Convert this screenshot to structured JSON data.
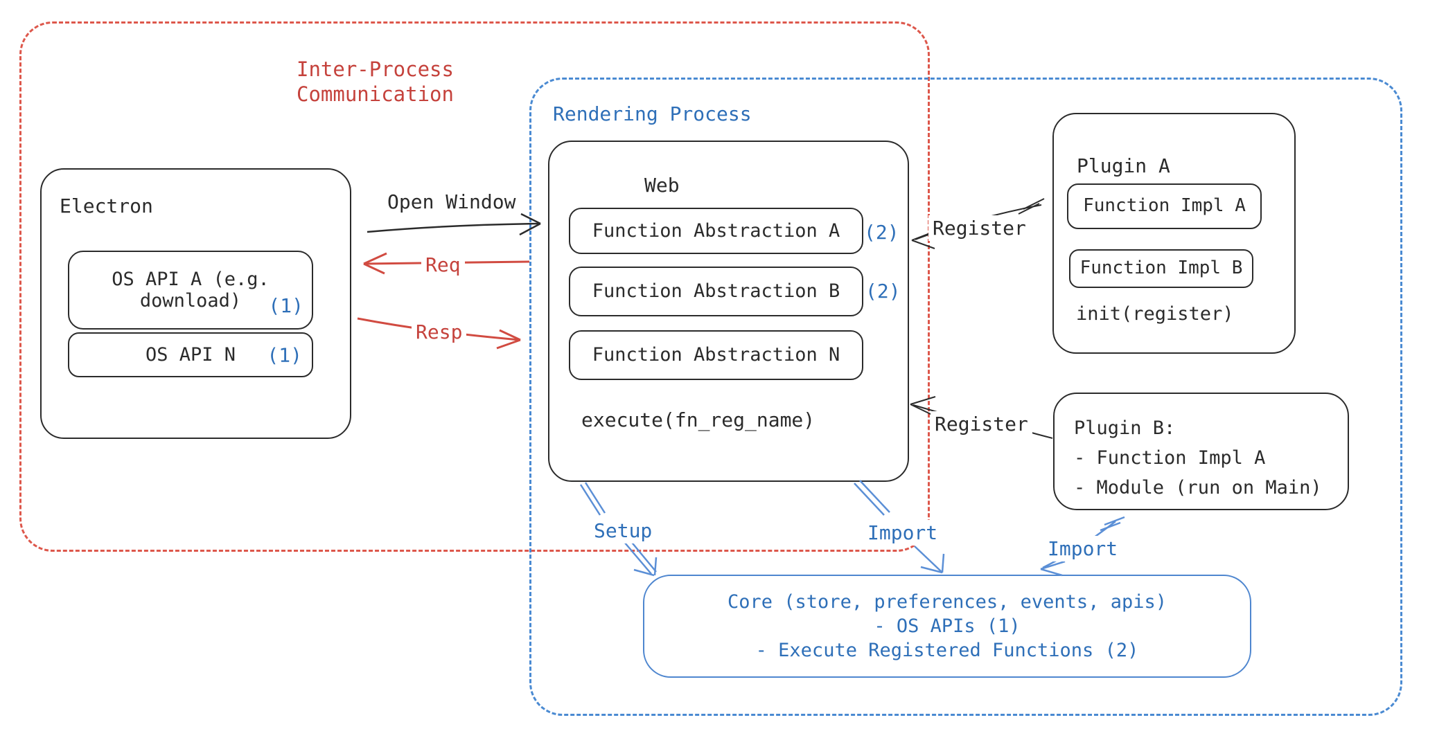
{
  "colors": {
    "red": "#dd574b",
    "red_text": "#c5423c",
    "blue": "#4a8ad2",
    "blue_text": "#2e6fb8",
    "blue_light": "#5b8fd6",
    "core_border": "#4e86cf",
    "black": "#2b2b2b"
  },
  "ipc": {
    "label": "Inter-Process\nCommunication"
  },
  "rendering": {
    "label": "Rendering Process"
  },
  "electron": {
    "title": "Electron",
    "api_a": {
      "label": "OS API A (e.g.\ndownload)",
      "note": "(1)"
    },
    "api_n": {
      "label": "OS API N",
      "note": "(1)"
    }
  },
  "web": {
    "title": "Web",
    "abstractions": [
      {
        "label": "Function Abstraction A",
        "note": "(2)"
      },
      {
        "label": "Function Abstraction B",
        "note": "(2)"
      },
      {
        "label": "Function Abstraction N",
        "note": ""
      }
    ],
    "footer": "execute(fn_reg_name)"
  },
  "plugin_a": {
    "title": "Plugin A",
    "impls": [
      "Function Impl A",
      "Function Impl B"
    ],
    "footer": "init(register)"
  },
  "plugin_b": {
    "lines": [
      "Plugin B:",
      "- Function Impl A",
      "- Module (run on Main)"
    ]
  },
  "core": {
    "lines": [
      "Core (store, preferences, events, apis)",
      "- OS APIs (1)",
      "- Execute Registered Functions (2)"
    ]
  },
  "arrows": {
    "open_window": "Open Window",
    "req": "Req",
    "resp": "Resp",
    "register_a": "Register",
    "register_b": "Register",
    "setup": "Setup",
    "import_web": "Import",
    "import_plugin": "Import"
  }
}
